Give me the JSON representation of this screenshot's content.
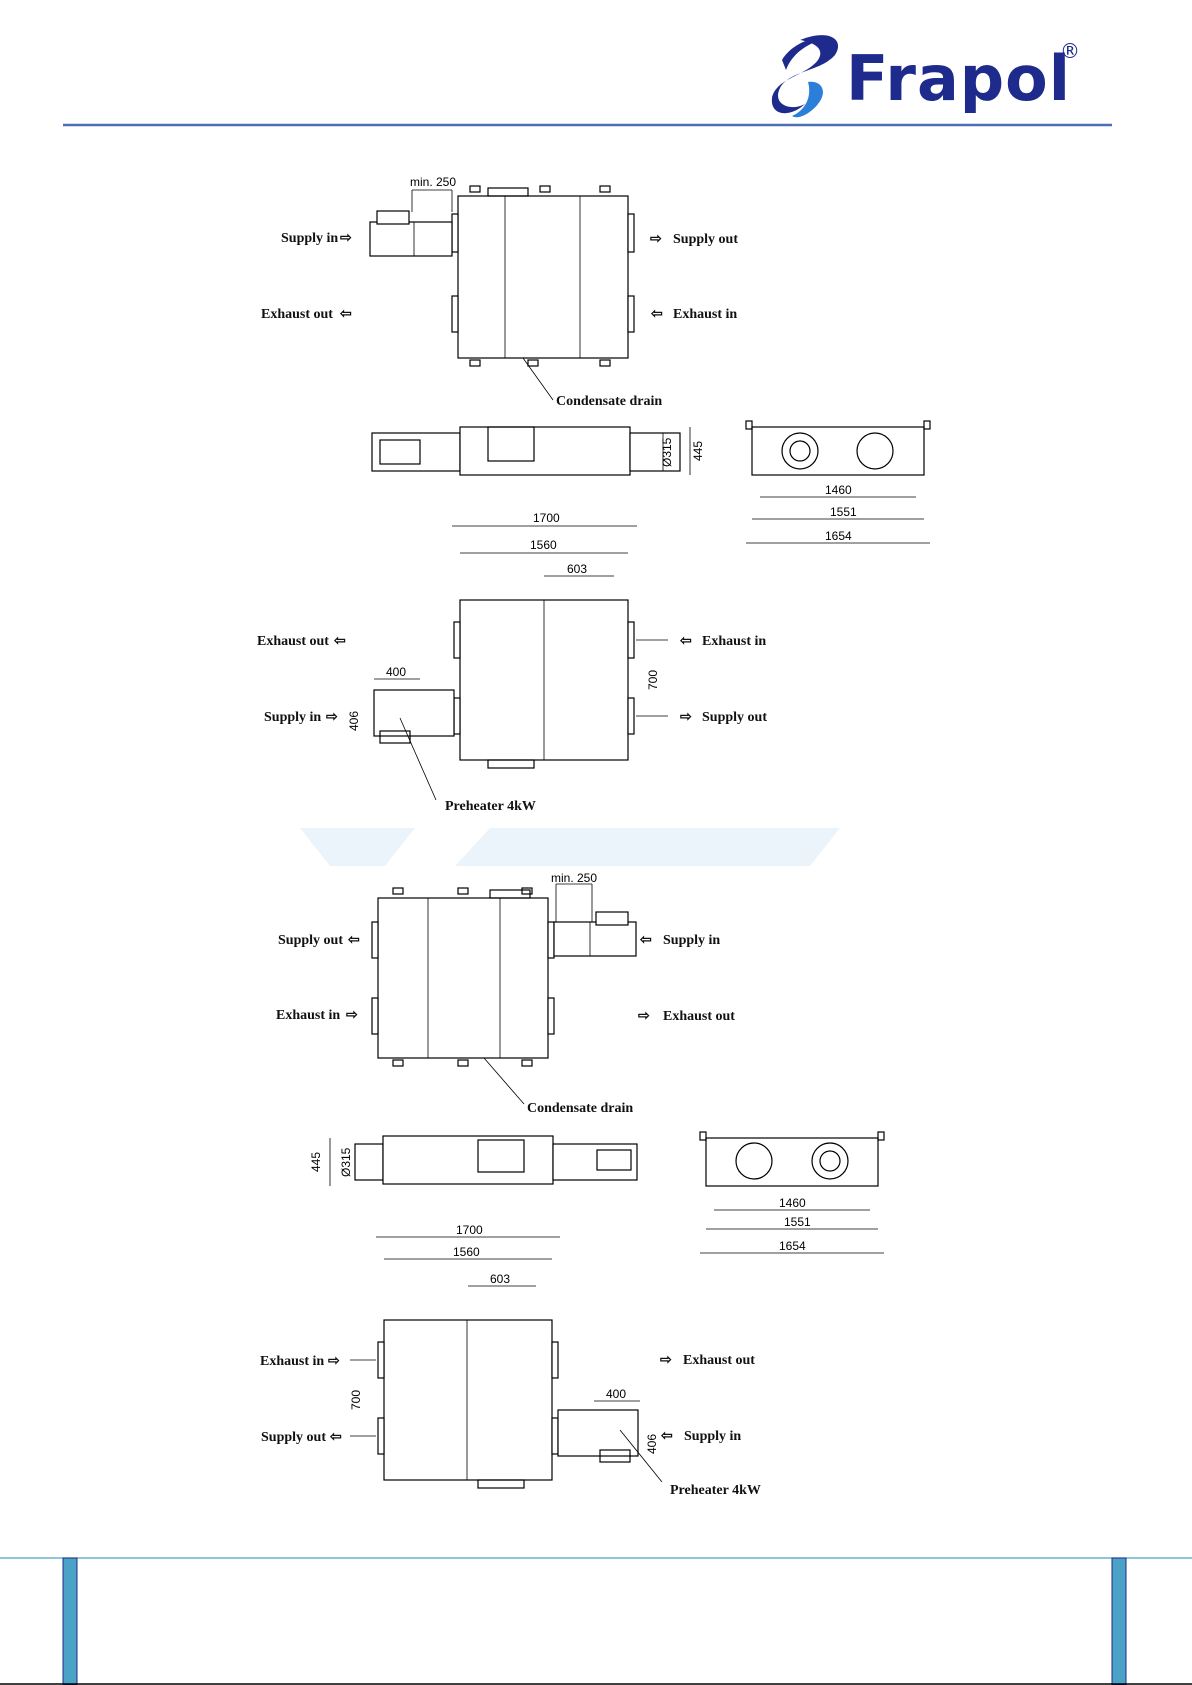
{
  "brand": {
    "name": "Frapol",
    "registered": "®",
    "color_primary": "#1e2b8c",
    "color_accent": "#2b7fd8",
    "rule_color": "#4a6fb5",
    "footer_bar_color": "#4aa3c6"
  },
  "drawing_top": {
    "plan": {
      "min_clearance": "min. 250",
      "supply_in": "Supply in",
      "supply_out": "Supply out",
      "exhaust_out": "Exhaust out",
      "exhaust_in": "Exhaust in",
      "condensate": "Condensate drain"
    },
    "side": {
      "duct_dia": "Ø315",
      "height": "445"
    },
    "end": {
      "d1": "1460",
      "d2": "1551",
      "d3": "1654"
    },
    "ceiling": {
      "d1700": "1700",
      "d1560": "1560",
      "d603": "603",
      "d700": "700",
      "d400": "400",
      "d406": "406",
      "exhaust_out": "Exhaust out",
      "exhaust_in": "Exhaust in",
      "supply_in": "Supply in",
      "supply_out": "Supply out",
      "preheater": "Preheater 4kW"
    }
  },
  "drawing_bottom": {
    "plan": {
      "min_clearance": "min. 250",
      "supply_out": "Supply out",
      "supply_in": "Supply in",
      "exhaust_in": "Exhaust in",
      "exhaust_out": "Exhaust out",
      "condensate": "Condensate drain"
    },
    "side": {
      "duct_dia": "Ø315",
      "height": "445"
    },
    "end": {
      "d1": "1460",
      "d2": "1551",
      "d3": "1654"
    },
    "ceiling": {
      "d1700": "1700",
      "d1560": "1560",
      "d603": "603",
      "d700": "700",
      "d400": "400",
      "d406": "406",
      "exhaust_in": "Exhaust in",
      "exhaust_out": "Exhaust out",
      "supply_out": "Supply out",
      "supply_in": "Supply in",
      "preheater": "Preheater 4kW"
    }
  }
}
